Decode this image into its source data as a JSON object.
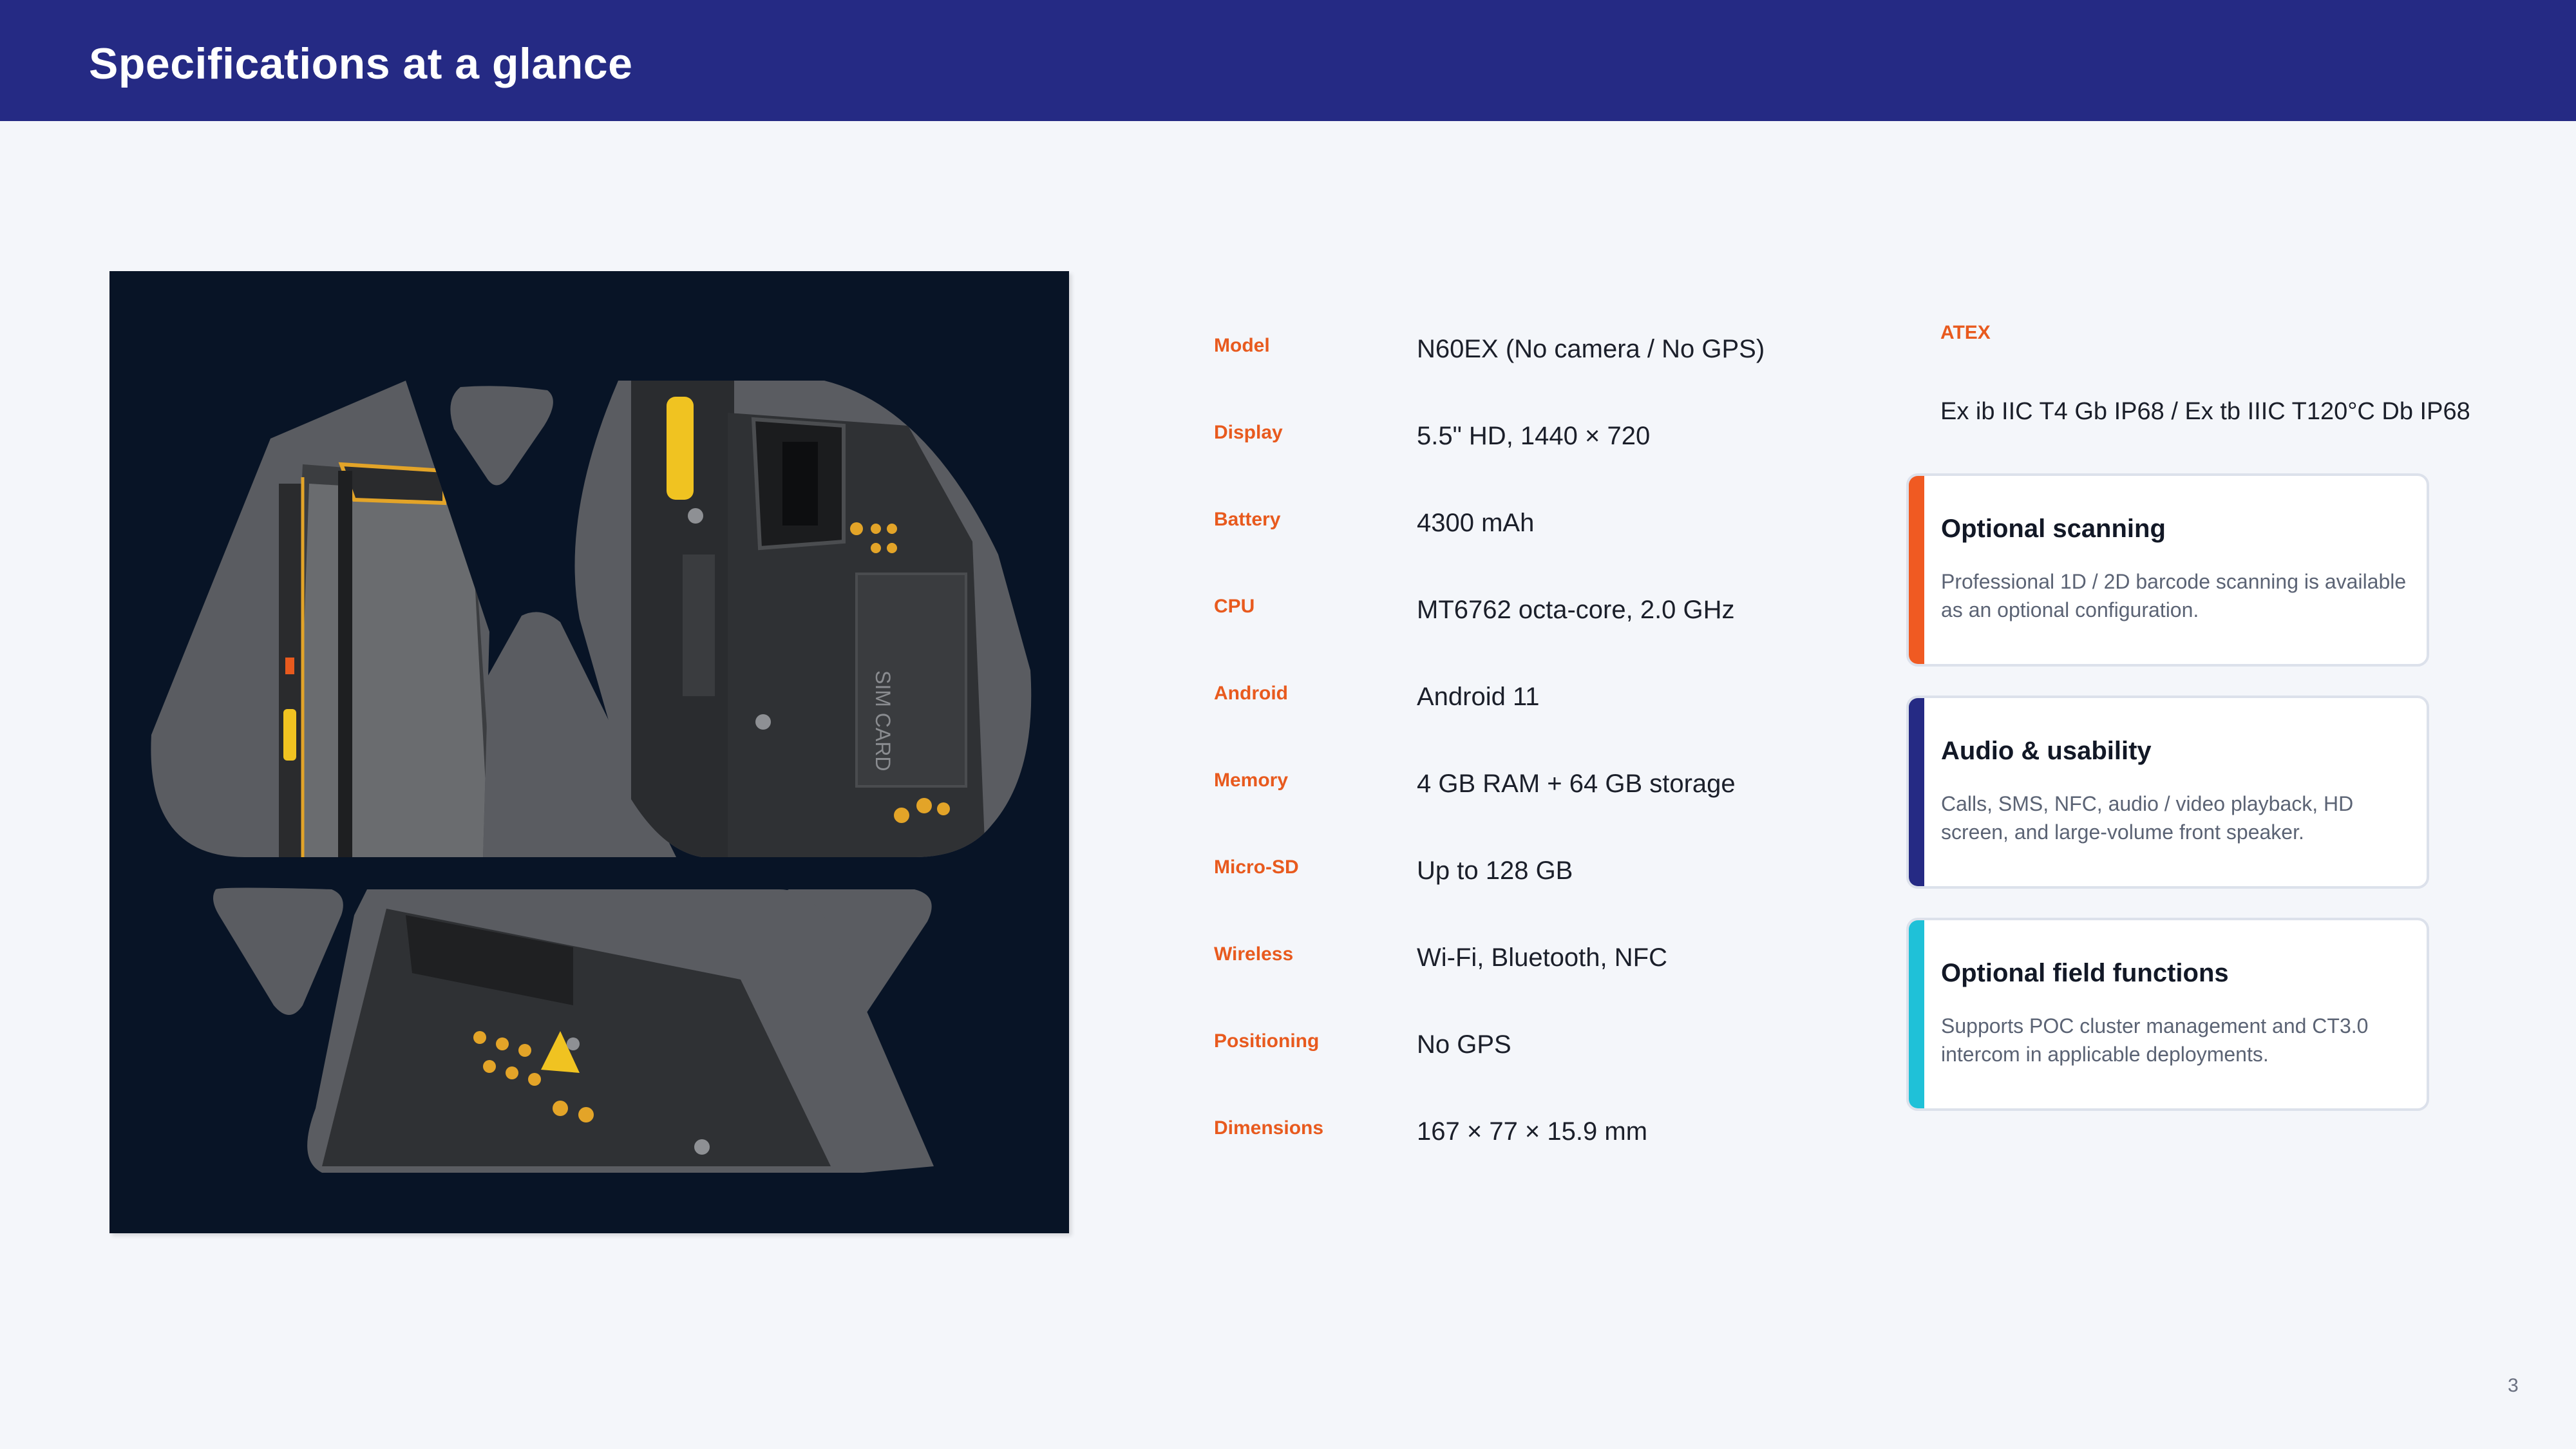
{
  "header": {
    "title": "Specifications at a glance"
  },
  "specs": [
    {
      "label": "Model",
      "value": "N60EX (No camera / No GPS)"
    },
    {
      "label": "Display",
      "value": "5.5\" HD, 1440 × 720"
    },
    {
      "label": "Battery",
      "value": "4300 mAh"
    },
    {
      "label": "CPU",
      "value": "MT6762 octa-core, 2.0 GHz"
    },
    {
      "label": "Android",
      "value": "Android 11"
    },
    {
      "label": "Memory",
      "value": "4 GB RAM + 64 GB storage"
    },
    {
      "label": "Micro-SD",
      "value": "Up to 128 GB"
    },
    {
      "label": "Wireless",
      "value": "Wi-Fi, Bluetooth, NFC"
    },
    {
      "label": "Positioning",
      "value": "No GPS"
    },
    {
      "label": "Dimensions",
      "value": "167 × 77 × 15.9 mm"
    }
  ],
  "atex": {
    "label": "ATEX",
    "value": "Ex ib IIC T4 Gb IP68 / Ex tb IIIC T120°C Db IP68"
  },
  "cards": [
    {
      "title": "Optional scanning",
      "text": "Professional 1D / 2D barcode scanning is available as an optional configuration.",
      "accent": "#F05A22"
    },
    {
      "title": "Audio & usability",
      "text": "Calls, SMS, NFC, audio / video playback, HD screen, and large-volume front speaker.",
      "accent": "#252A84"
    },
    {
      "title": "Optional field functions",
      "text": "Supports POC cluster management and CT3.0 intercom in applicable deployments.",
      "accent": "#1FC1D8"
    }
  ],
  "colors": {
    "header_bg": "#252A84",
    "label_orange": "#E85A1E",
    "photo_bg": "#081426",
    "sim_card_text": "SIM CARD"
  },
  "page": {
    "number": "3"
  }
}
